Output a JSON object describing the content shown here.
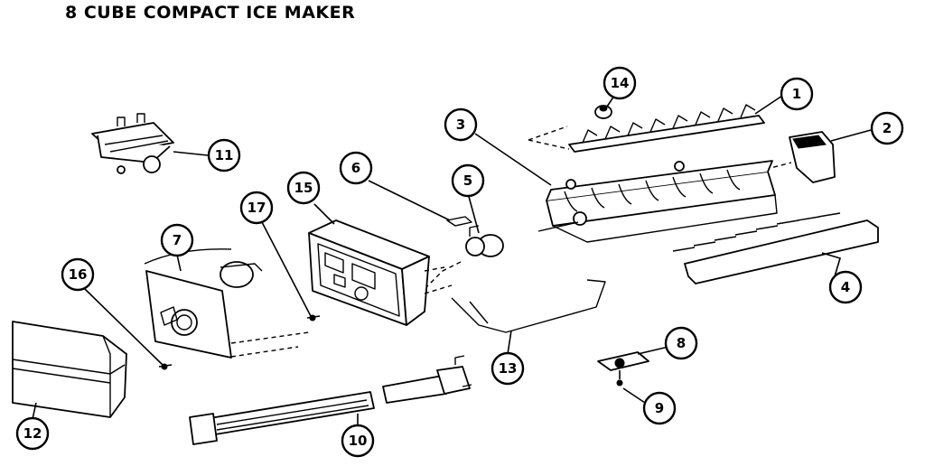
{
  "title": "8 CUBE COMPACT ICE MAKER",
  "callouts": [
    {
      "id": "1",
      "label": "1"
    },
    {
      "id": "2",
      "label": "2"
    },
    {
      "id": "3",
      "label": "3"
    },
    {
      "id": "4",
      "label": "4"
    },
    {
      "id": "5",
      "label": "5"
    },
    {
      "id": "6",
      "label": "6"
    },
    {
      "id": "7",
      "label": "7"
    },
    {
      "id": "8",
      "label": "8"
    },
    {
      "id": "9",
      "label": "9"
    },
    {
      "id": "10",
      "label": "10"
    },
    {
      "id": "11",
      "label": "11"
    },
    {
      "id": "12",
      "label": "12"
    },
    {
      "id": "13",
      "label": "13"
    },
    {
      "id": "14",
      "label": "14"
    },
    {
      "id": "15",
      "label": "15"
    },
    {
      "id": "16",
      "label": "16"
    },
    {
      "id": "17",
      "label": "17"
    }
  ]
}
